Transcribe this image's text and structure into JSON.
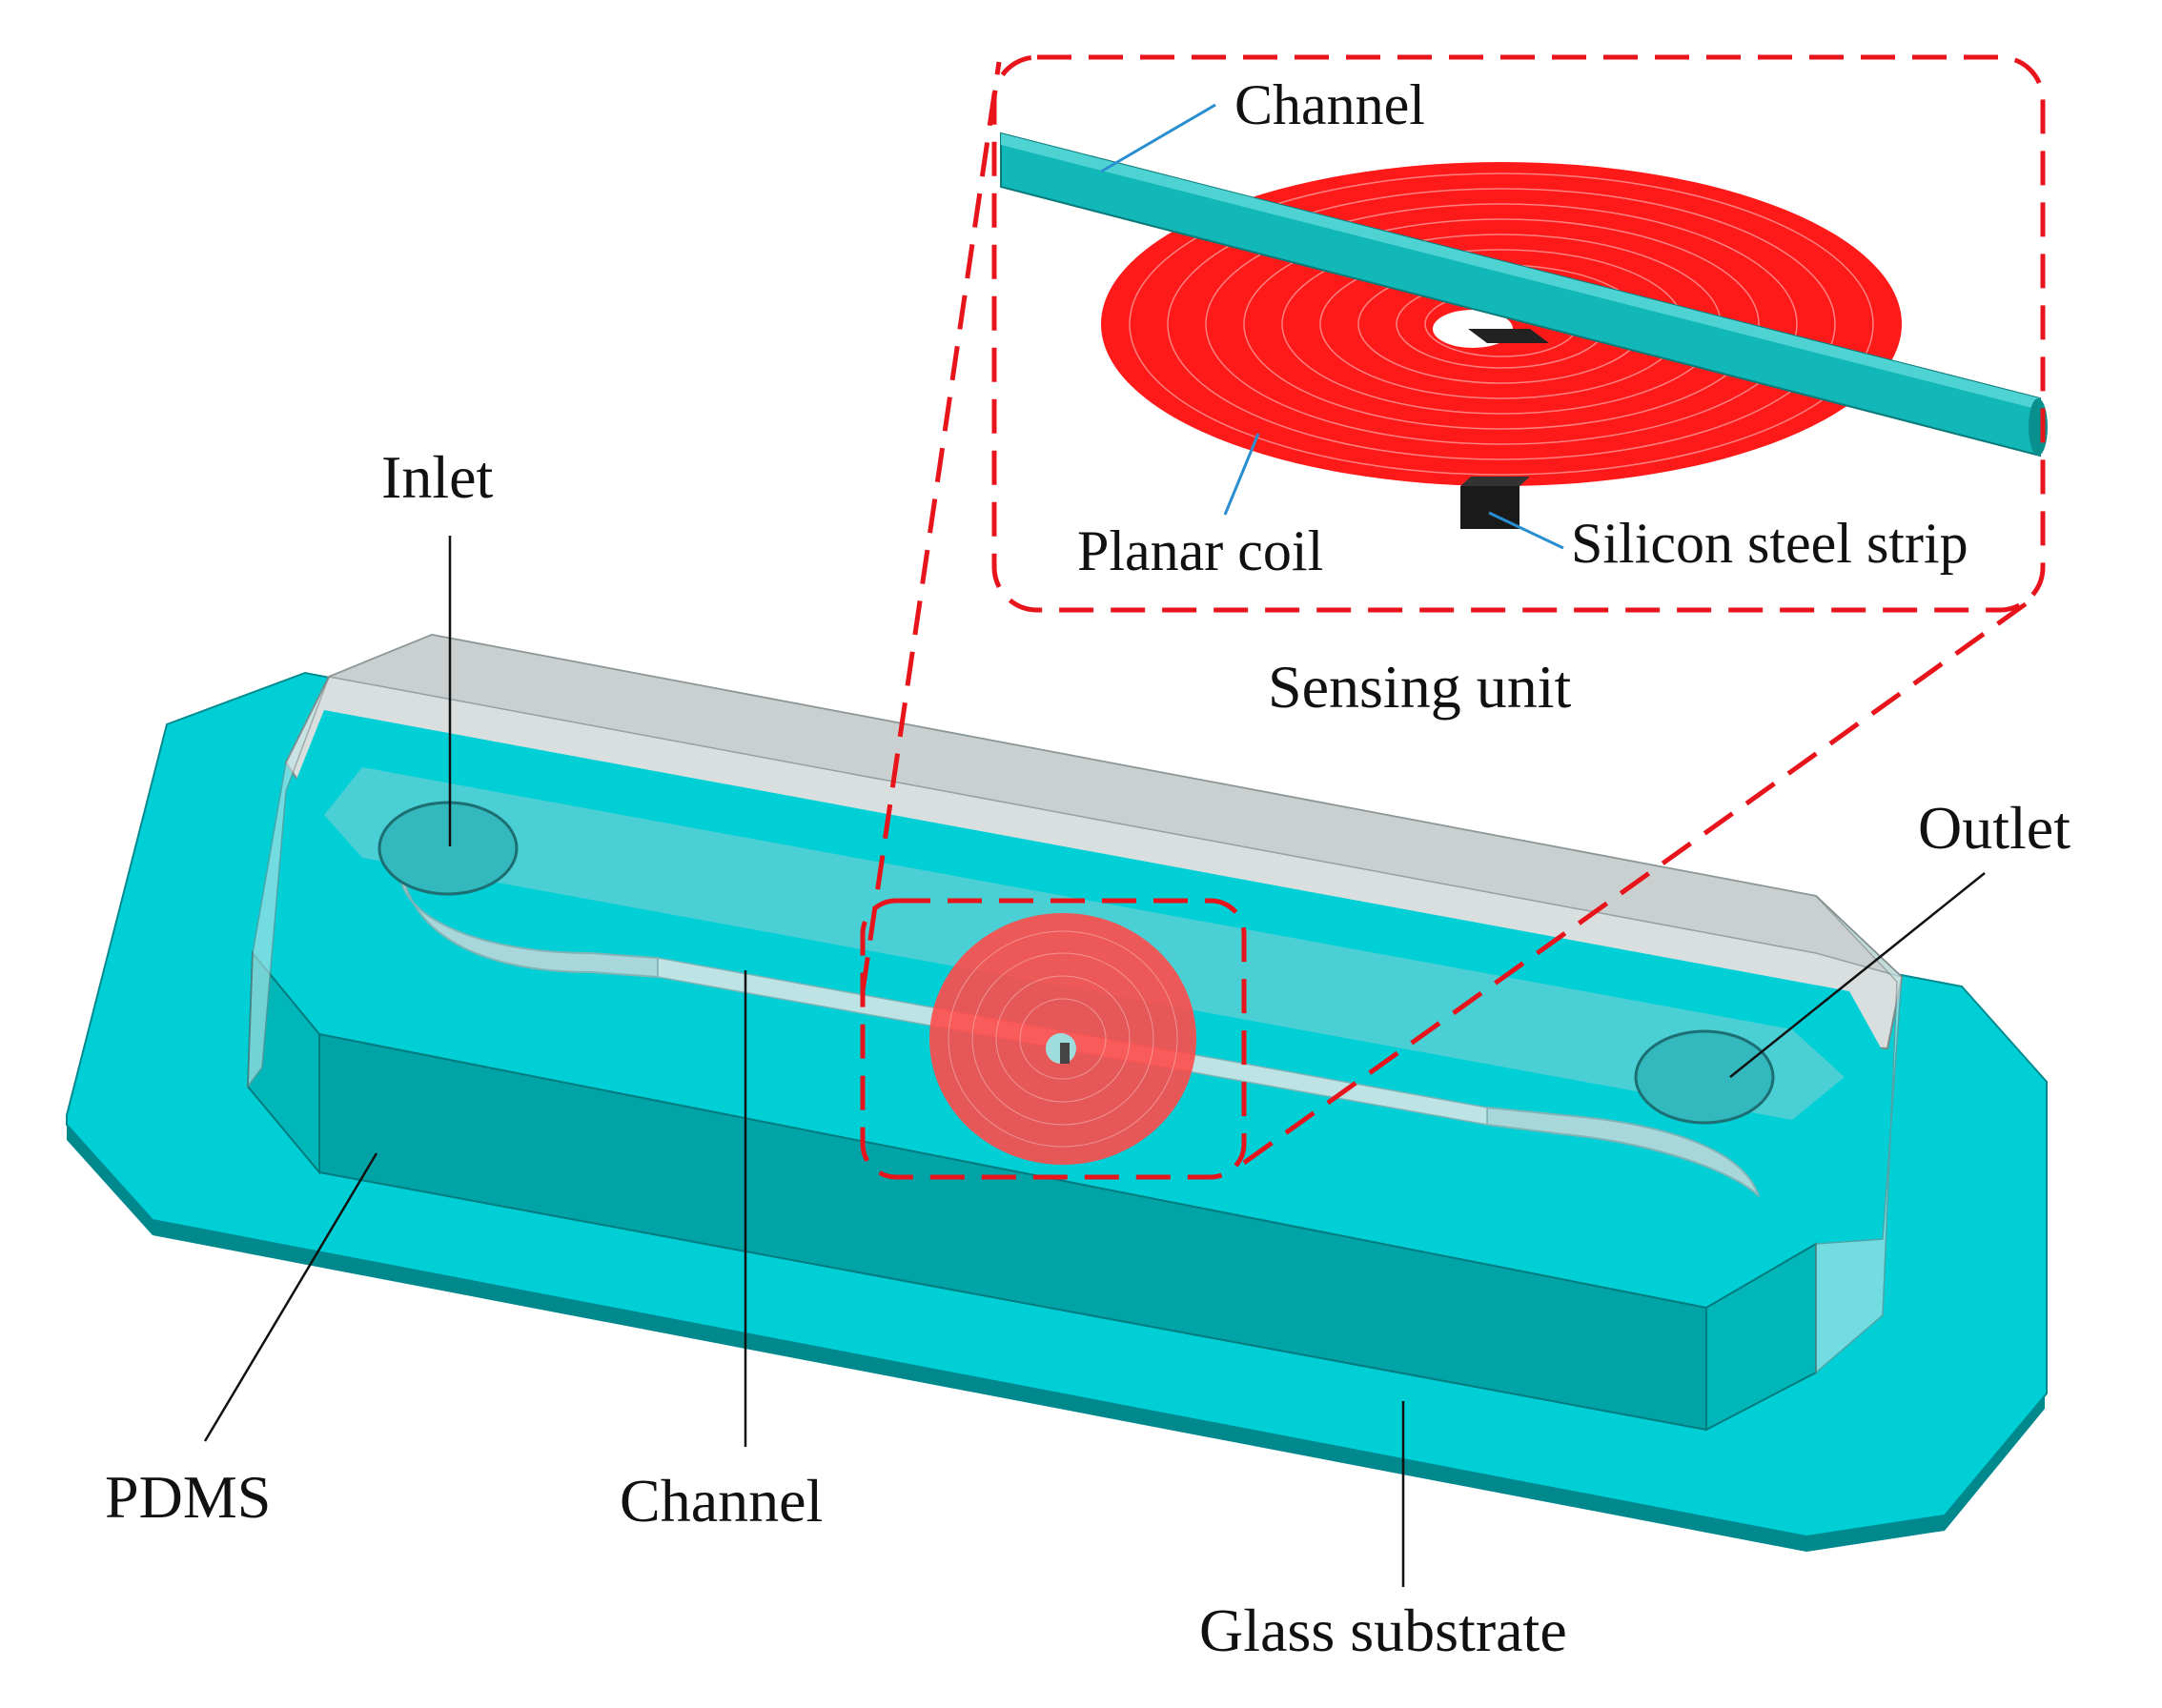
{
  "labels": {
    "inlet": "Inlet",
    "outlet": "Outlet",
    "pdms": "PDMS",
    "channel": "Channel",
    "glass_substrate": "Glass substrate",
    "sensing_unit": "Sensing unit"
  },
  "inset": {
    "channel": "Channel",
    "planar_coil": "Planar coil",
    "silicon_steel_strip": "Silicon steel strip"
  },
  "colors": {
    "substrate": "#00cfd6",
    "pdms_top": "#5fcfd2",
    "pdms_side": "#00a8ab",
    "channel_rod": "#0fb7b7",
    "coil": "#ff1a1a",
    "zoom_box": "#e8141c",
    "steel_strip": "#222222"
  }
}
